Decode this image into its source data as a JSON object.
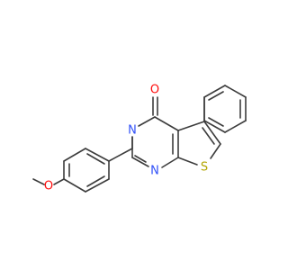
{
  "molecule": {
    "atoms": {
      "oxygen_methoxy": "O",
      "oxygen_carbonyl": "O",
      "nitrogen_3": "N",
      "nitrogen_1": "N",
      "sulfur": "S"
    },
    "colors": {
      "oxygen": "#ff0d0d",
      "nitrogen": "#3050f8",
      "sulfur": "#b2a500",
      "bond": "#3c3c3c"
    }
  }
}
